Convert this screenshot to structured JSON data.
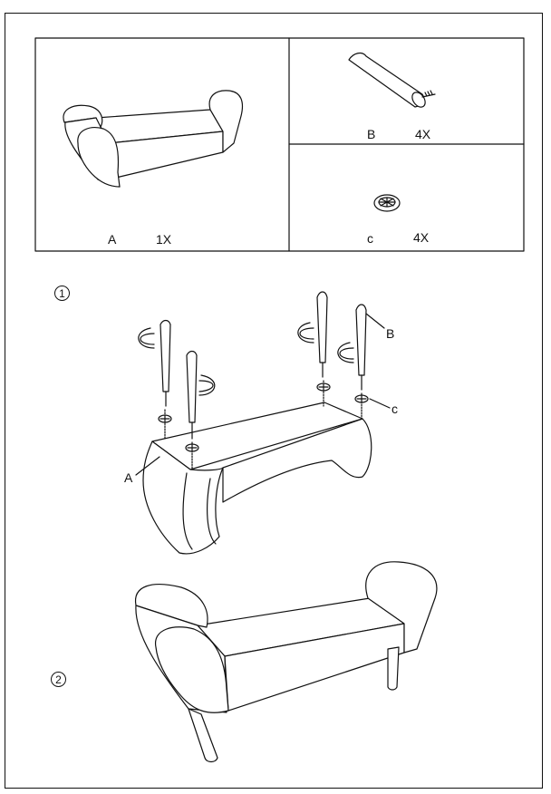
{
  "parts": {
    "a": {
      "letter": "A",
      "qty": "1X"
    },
    "b": {
      "letter": "B",
      "qty": "4X"
    },
    "c": {
      "letter": "c",
      "qty": "4X"
    }
  },
  "steps": {
    "one": {
      "number": "1",
      "callout_a": "A",
      "callout_b": "B",
      "callout_c": "c"
    },
    "two": {
      "number": "2"
    }
  }
}
